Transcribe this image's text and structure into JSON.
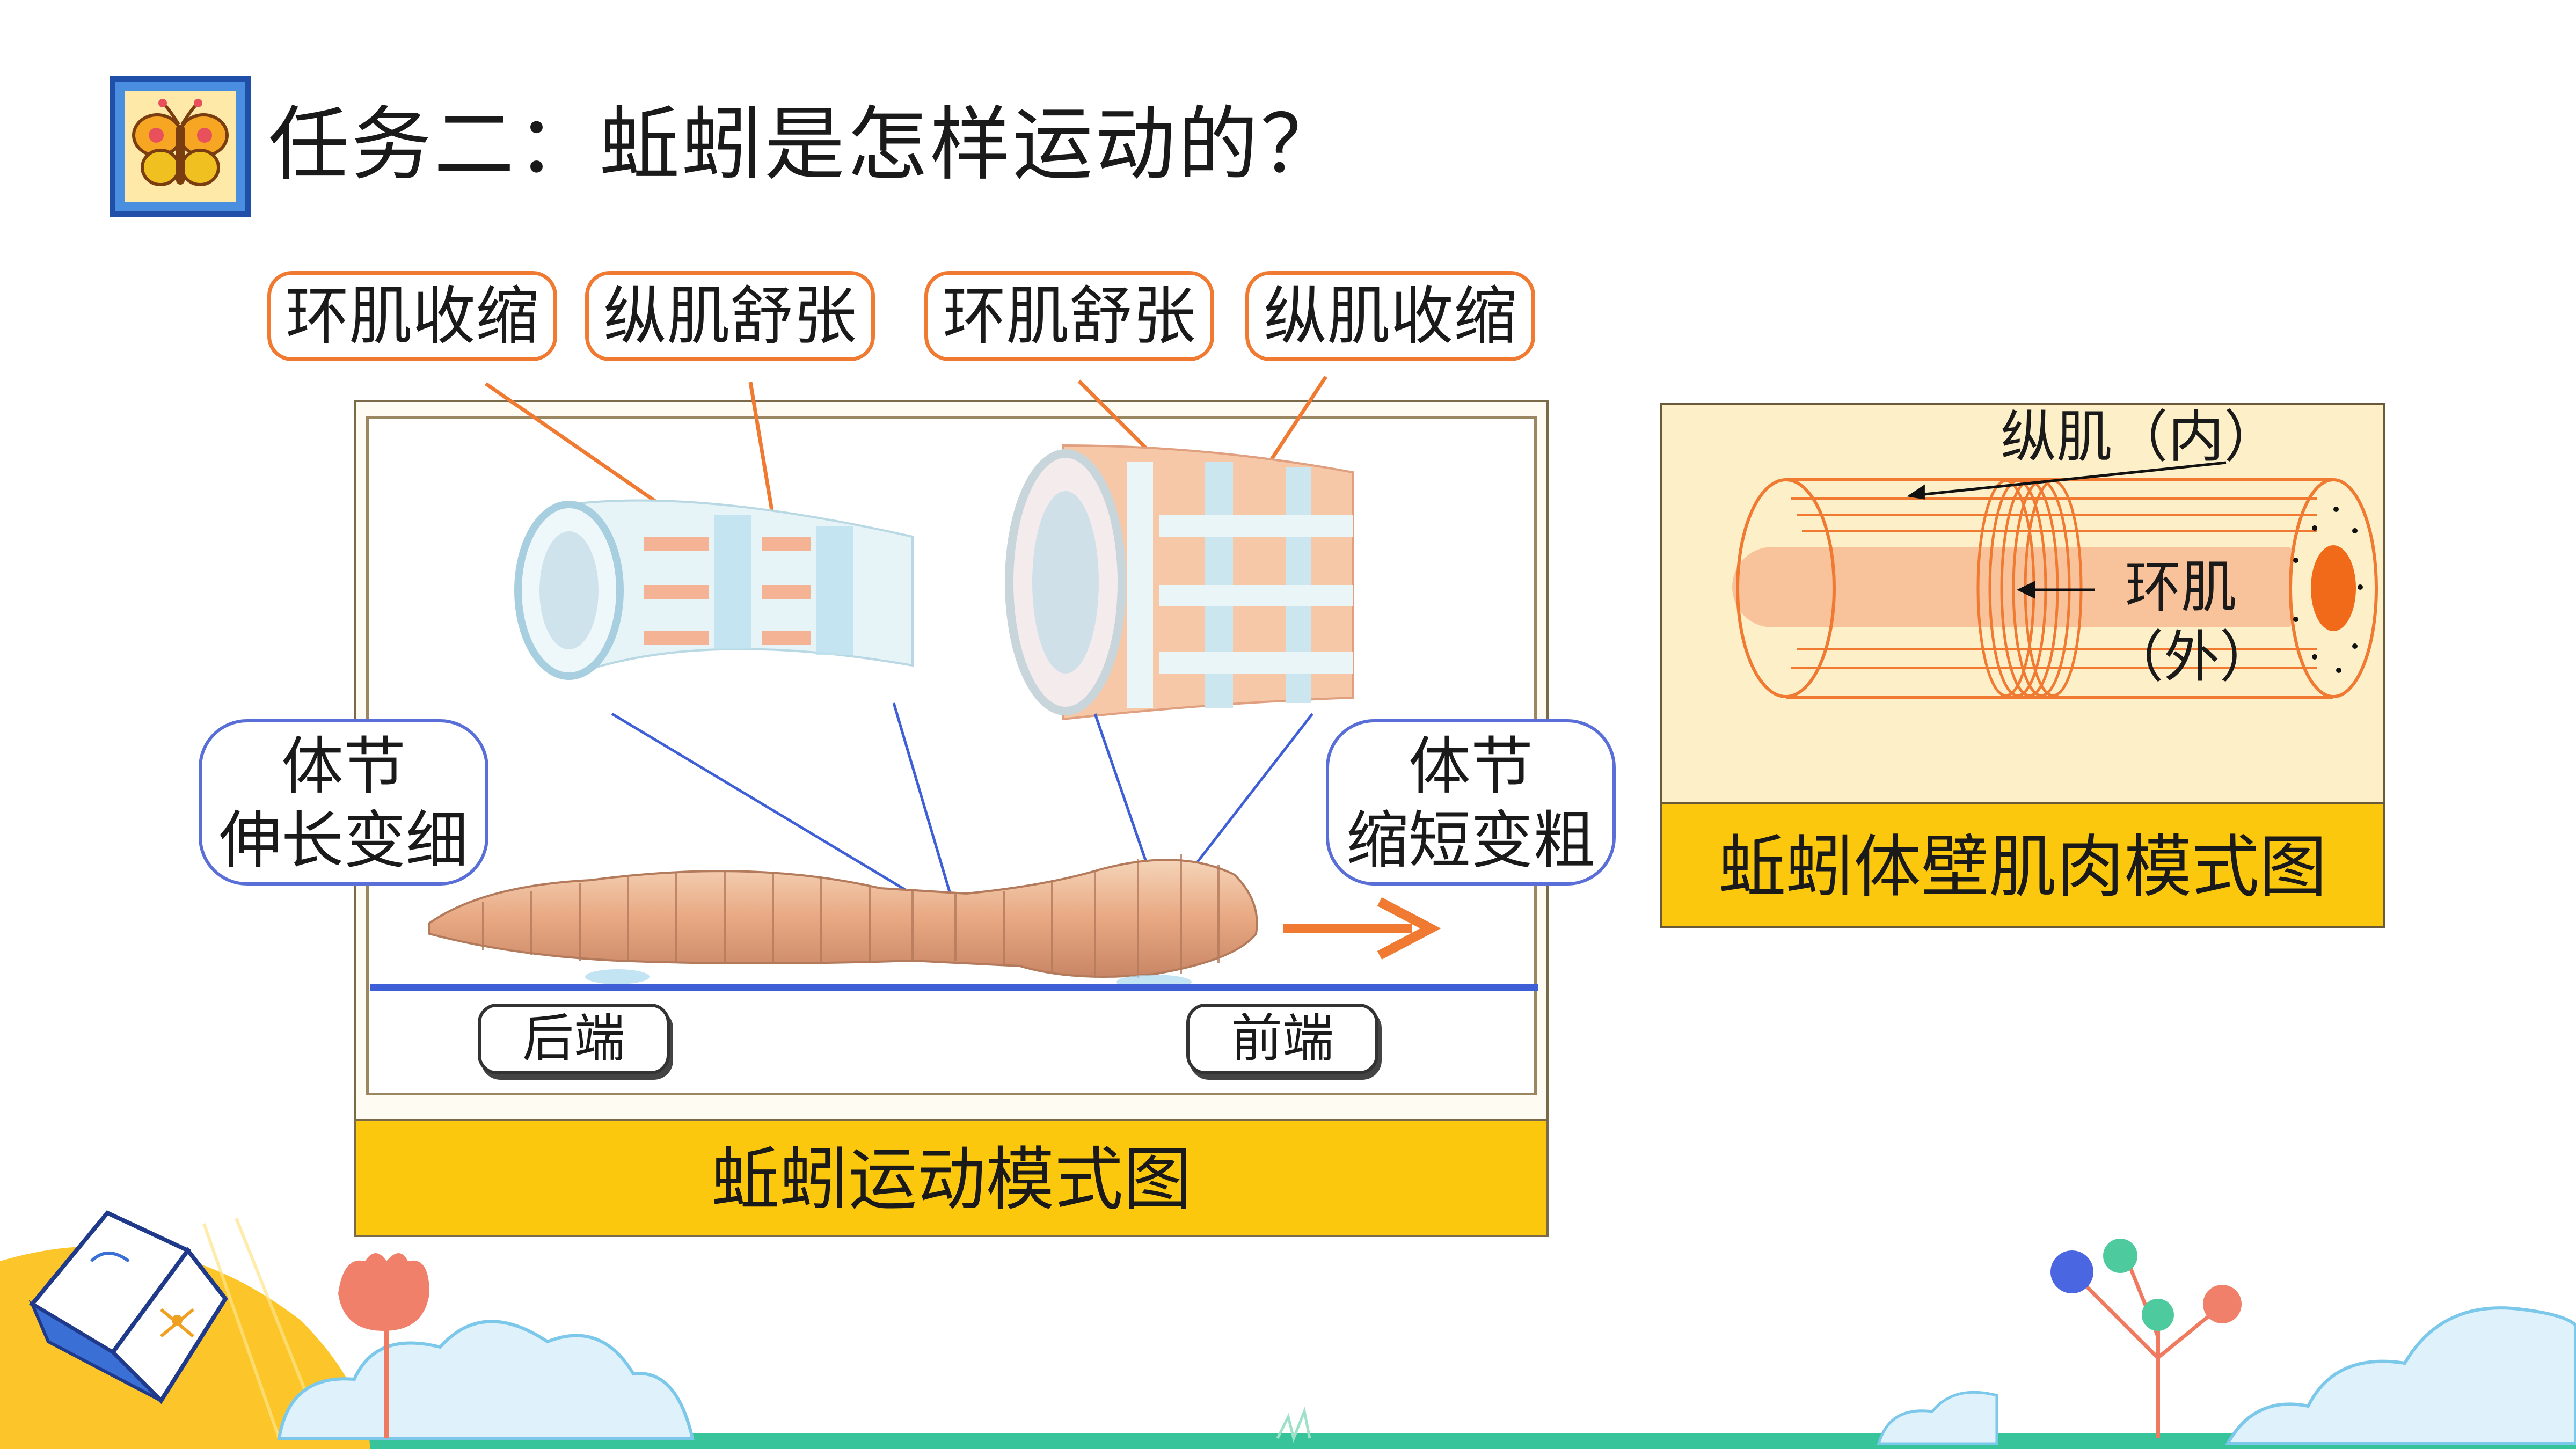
{
  "title": "任务二：蚯蚓是怎样运动的？",
  "muscle_labels": [
    "环肌收缩",
    "纵肌舒张",
    "环肌舒张",
    "纵肌收缩"
  ],
  "bubbles": {
    "left": {
      "line1": "体节",
      "line2": "伸长变细"
    },
    "right": {
      "line1": "体节",
      "line2": "缩短变粗"
    }
  },
  "ends": {
    "rear": "后端",
    "front": "前端"
  },
  "left_caption": "蚯蚓运动模式图",
  "right_diagram": {
    "longitudinal_label": "纵肌（内）",
    "circular_label_1": "环肌",
    "circular_label_2": "（外）",
    "caption": "蚯蚓体壁肌肉模式图"
  },
  "icons": [
    "butterfly-icon",
    "book-icon",
    "flower-icon",
    "tree-icon",
    "cloud-icon",
    "arrow-right-icon"
  ],
  "colors": {
    "accent_orange": "#f07a32",
    "caption_yellow": "#fcc80e",
    "bubble_blue": "#5a6ed8",
    "line_blue": "#3f5fd6"
  }
}
